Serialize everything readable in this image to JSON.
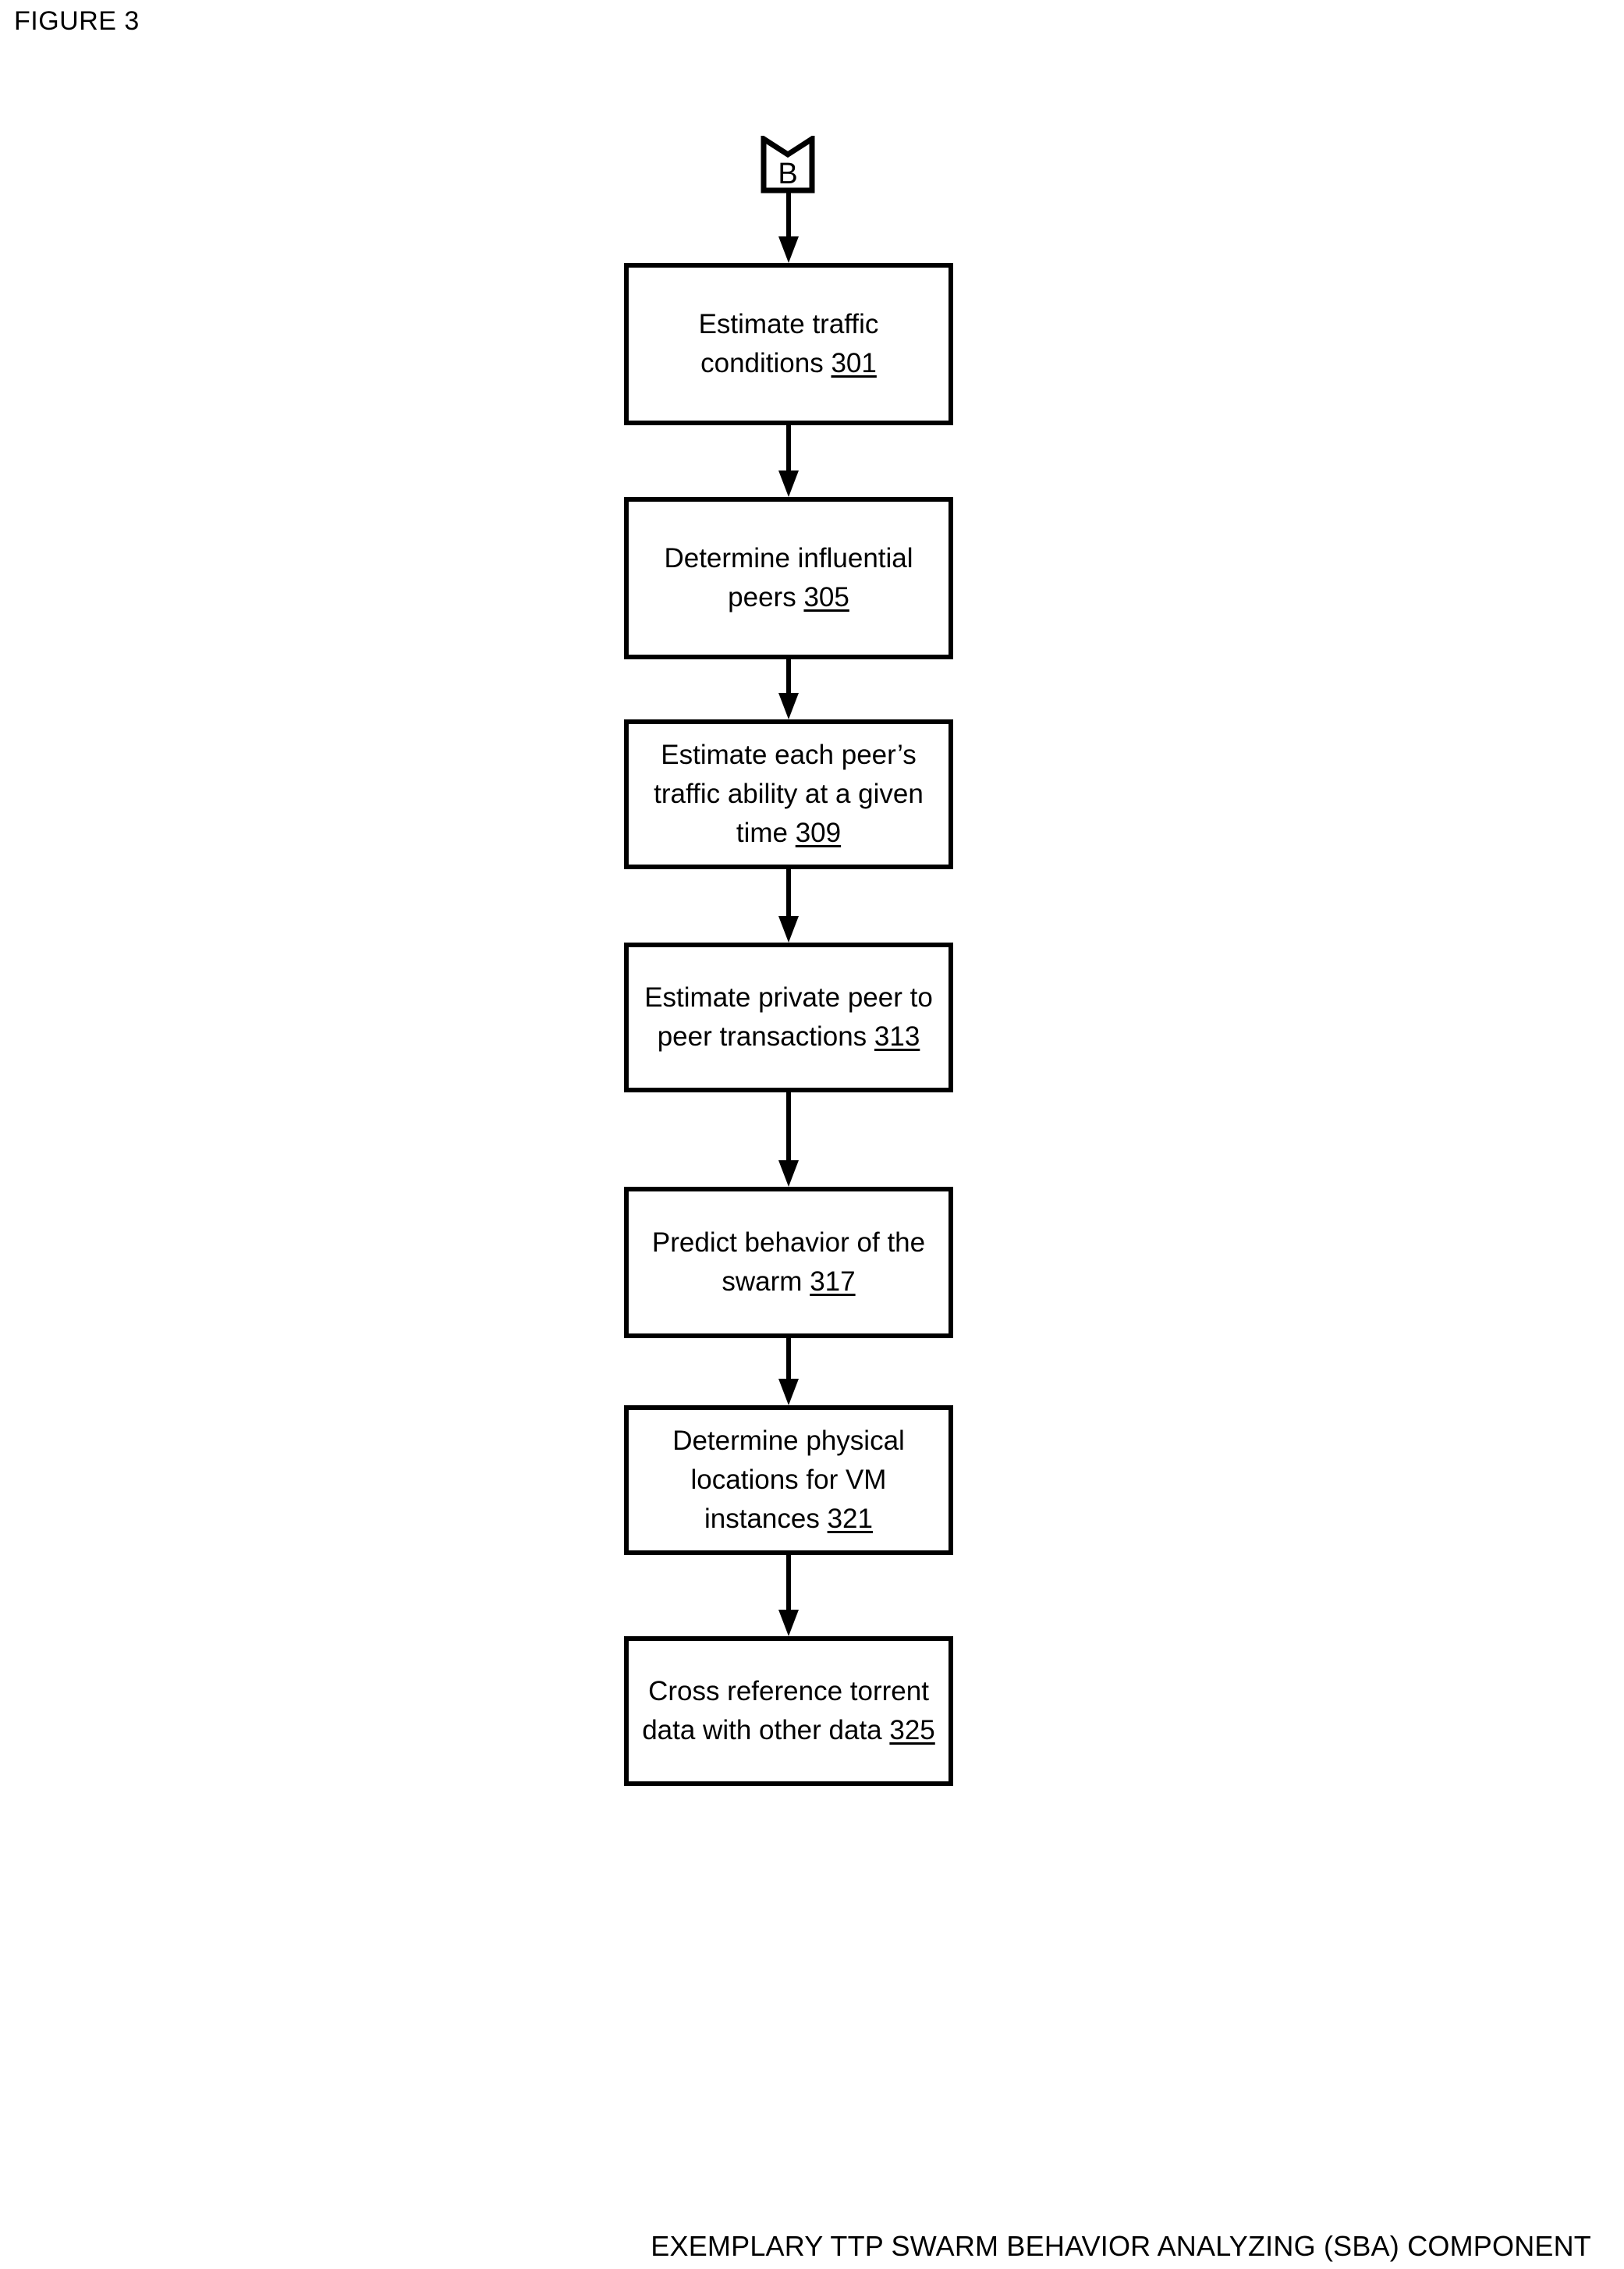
{
  "figure": {
    "label": "FIGURE 3",
    "caption": "EXEMPLARY TTP SWARM BEHAVIOR ANALYZING (SBA) COMPONENT"
  },
  "connector": {
    "name": "off-page-connector-b",
    "label": "B"
  },
  "flowchart": {
    "type": "flowchart",
    "orientation": "vertical",
    "steps": [
      {
        "id": "301",
        "text": "Estimate traffic conditions",
        "ref": "301",
        "full_text": "Estimate traffic conditions 301"
      },
      {
        "id": "305",
        "text": "Determine influential peers",
        "ref": "305",
        "full_text": "Determine influential peers 305"
      },
      {
        "id": "309",
        "text": "Estimate each peer’s traffic ability at a given time",
        "ref": "309",
        "full_text": "Estimate each peer’s traffic ability at a given time 309"
      },
      {
        "id": "313",
        "text": "Estimate private peer to peer transactions",
        "ref": "313",
        "full_text": "Estimate private peer to peer transactions 313"
      },
      {
        "id": "317",
        "text": "Predict behavior of the swarm",
        "ref": "317",
        "full_text": "Predict behavior of the swarm 317"
      },
      {
        "id": "321",
        "text": "Determine physical locations for VM instances",
        "ref": "321",
        "full_text": "Determine physical locations for VM instances 321"
      },
      {
        "id": "325",
        "text": "Cross reference torrent data with other data",
        "ref": "325",
        "full_text": "Cross reference torrent data with other data 325"
      }
    ],
    "edges": [
      {
        "from": "B",
        "to": "301"
      },
      {
        "from": "301",
        "to": "305"
      },
      {
        "from": "305",
        "to": "309"
      },
      {
        "from": "309",
        "to": "313"
      },
      {
        "from": "313",
        "to": "317"
      },
      {
        "from": "317",
        "to": "321"
      },
      {
        "from": "321",
        "to": "325"
      }
    ]
  },
  "colors": {
    "stroke": "#000000",
    "background": "#ffffff",
    "text": "#000000"
  }
}
